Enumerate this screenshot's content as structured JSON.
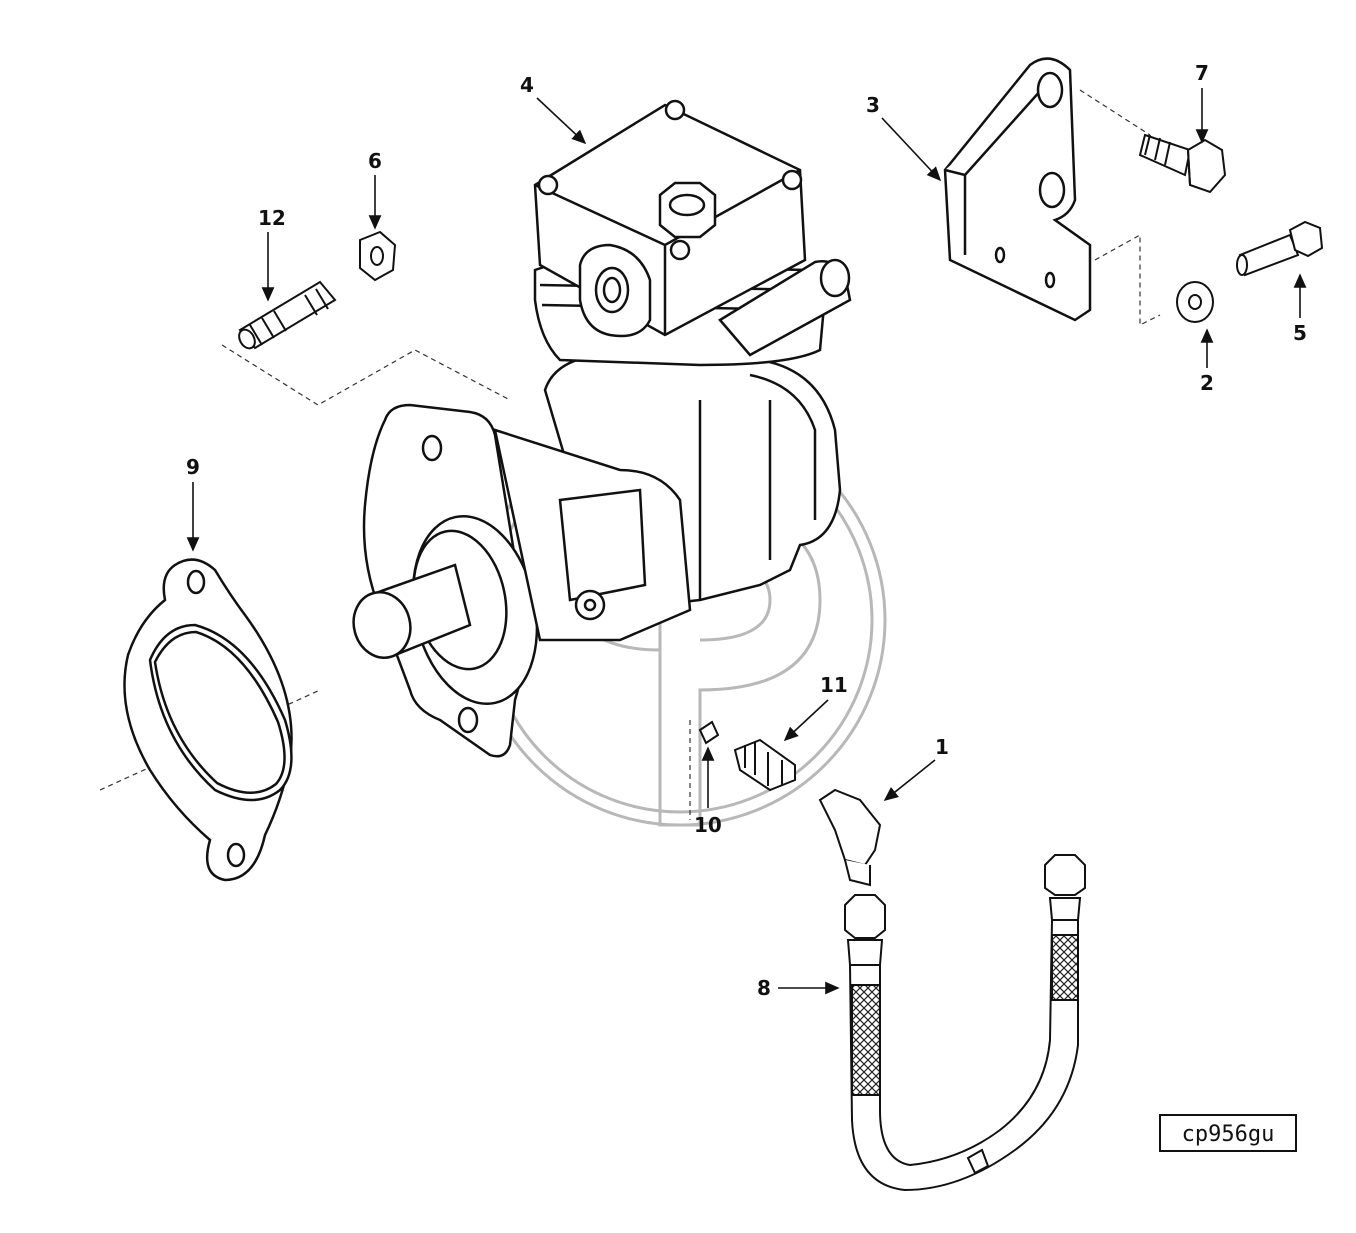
{
  "diagram": {
    "callouts": {
      "c1": "1",
      "c2": "2",
      "c3": "3",
      "c4": "4",
      "c5": "5",
      "c6": "6",
      "c7": "7",
      "c8": "8",
      "c9": "9",
      "c10": "10",
      "c11": "11",
      "c12": "12"
    },
    "figure_id": "cp956gu"
  }
}
